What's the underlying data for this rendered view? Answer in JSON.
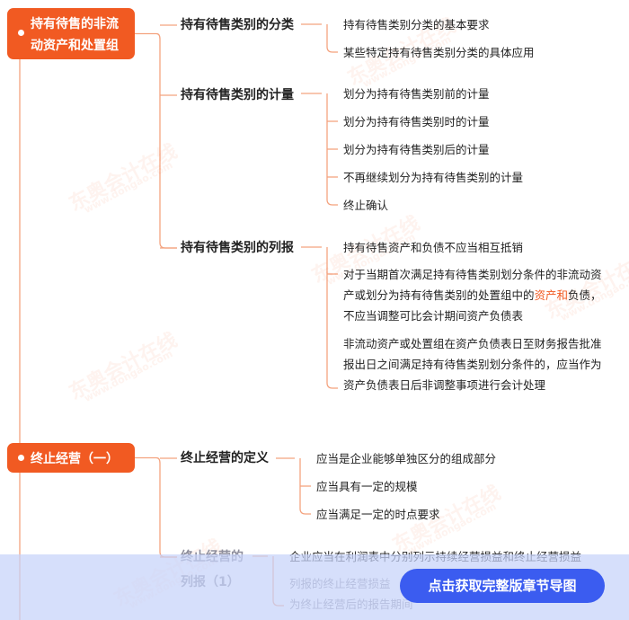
{
  "sections": [
    {
      "title_lines": [
        "持有待售的非流",
        "动资产和处置组"
      ],
      "groups": [
        {
          "title_lines": [
            "持有待售类别的分类"
          ],
          "leaves": [
            {
              "lines": [
                "持有待售类别分类的基本要求"
              ]
            },
            {
              "lines": [
                "某些特定持有待售类别分类的具体应用"
              ]
            }
          ]
        },
        {
          "title_lines": [
            "持有待售类别的计量"
          ],
          "leaves": [
            {
              "lines": [
                "划分为持有待售类别前的计量"
              ]
            },
            {
              "lines": [
                "划分为持有待售类别时的计量"
              ]
            },
            {
              "lines": [
                "划分为持有待售类别后的计量"
              ]
            },
            {
              "lines": [
                "不再继续划分为持有待售类别的计量"
              ]
            },
            {
              "lines": [
                "终止确认"
              ]
            }
          ]
        },
        {
          "title_lines": [
            "持有待售类别的列报"
          ],
          "leaves": [
            {
              "lines": [
                "持有待售资产和负债不应当相互抵销"
              ]
            },
            {
              "lines": [
                "对于当期首次满足持有待售类别划分条件的非流动资",
                "产或划分为持有待售类别的处置组中的资产和负债，",
                "不应当调整可比会计期间资产负债表"
              ]
            },
            {
              "lines": [
                "非流动资产或处置组在资产负债表日至财务报告批准",
                "报出日之间满足持有待售类别划分条件的，应当作为",
                "资产负债表日后非调整事项进行会计处理"
              ]
            }
          ]
        }
      ]
    },
    {
      "title_lines": [
        "终止经营（一）"
      ],
      "groups": [
        {
          "title_lines": [
            "终止经营的定义"
          ],
          "leaves": [
            {
              "lines": [
                "应当是企业能够单独区分的组成部分"
              ]
            },
            {
              "lines": [
                "应当具有一定的规模"
              ]
            },
            {
              "lines": [
                "应当满足一定的时点要求"
              ]
            }
          ]
        },
        {
          "title_lines": [
            "终止经营的",
            "列报（1）"
          ],
          "leaves": [
            {
              "lines": [
                "企业应当在利润表中分别列示持续经营损益和终止经营损益"
              ]
            },
            {
              "lines": [
                "列报的终止经营损益",
                "为终止经营后的报告期间"
              ]
            }
          ]
        }
      ]
    }
  ],
  "watermark": "东奥会计在线",
  "watermark_url": "www.dongao.com",
  "banner": {
    "cta_label": "点击获取完整版章节导图"
  },
  "colors": {
    "accent": "#f15a22",
    "connector": "#f4a37f",
    "cta": "#3b5cf0"
  }
}
